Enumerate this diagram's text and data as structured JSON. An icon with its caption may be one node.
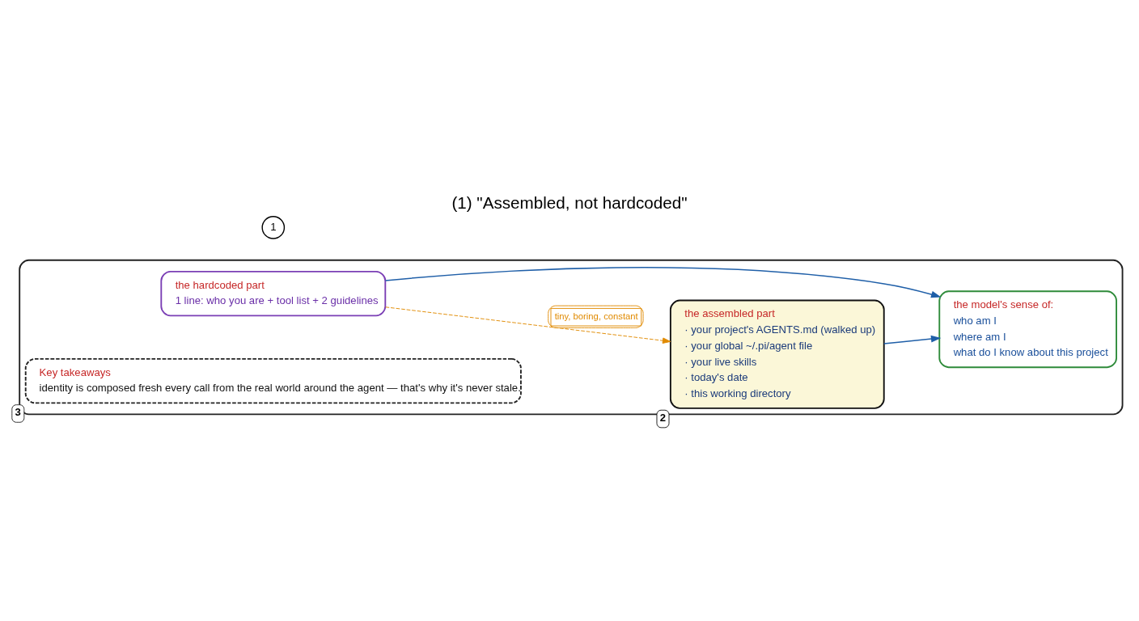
{
  "diagram": {
    "title": "(1) \"Assembled, not hardcoded\"",
    "nodes": [
      {
        "text": [],
        "shape": "box"
      },
      {
        "text": [
          "the hardcoded part",
          "1 line: who you are + tool list + 2 guidelines"
        ],
        "in": 0
      },
      {
        "text": [
          "the assembled part",
          "· your project's AGENTS.md (walked up)",
          "· your global ~/.pi/agent file",
          "· your live skills",
          "· today's date",
          "· this working directory"
        ],
        "in": 0,
        "beside": [
          "2"
        ]
      },
      {
        "text": [
          "the model's sense of:",
          "who am I",
          "where am I",
          "what do I know about this project"
        ],
        "in": 0
      },
      {
        "text": [
          "Key takeaways",
          "identity is composed fresh every call from the real world around the agent — that's why it's never stale."
        ],
        "in": 0,
        "beside": [
          "3"
        ]
      }
    ],
    "edges": [
      {
        "from": 1,
        "to": 2,
        "arrow": "to",
        "label": "tiny, boring, constant",
        "style": "dashed",
        "color": "#e08a00"
      },
      {
        "from": 1,
        "to": 3,
        "arrow": "to"
      },
      {
        "from": 2,
        "to": 3,
        "arrow": "to"
      }
    ],
    "labels": [
      "1"
    ]
  }
}
